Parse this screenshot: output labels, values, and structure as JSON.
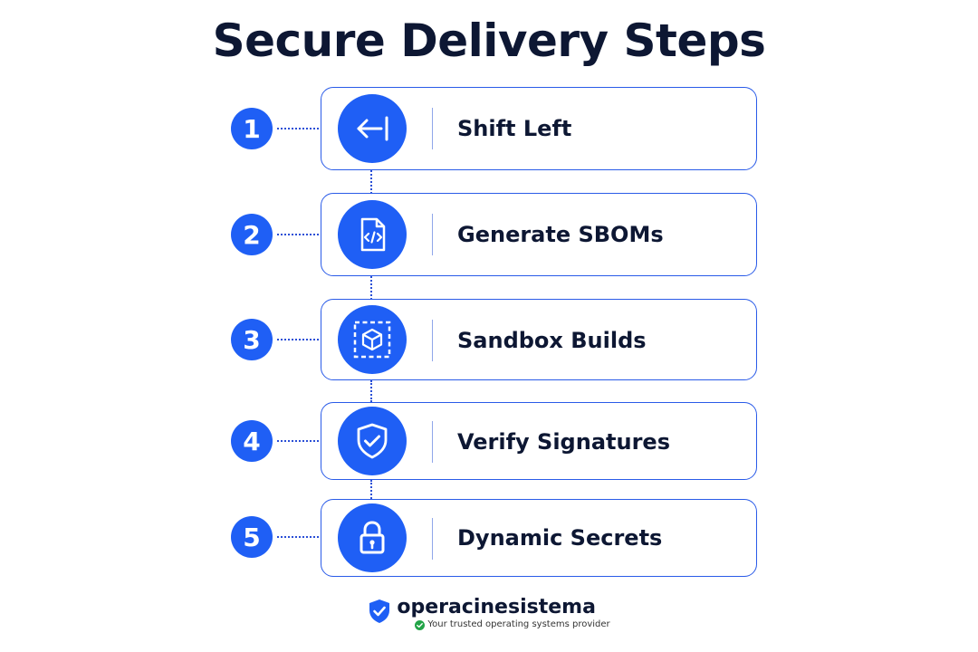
{
  "title": "Secure Delivery Steps",
  "colors": {
    "accent": "#1f5ff5",
    "text": "#0d1733",
    "border": "#2a5be8",
    "check": "#22a447"
  },
  "steps": [
    {
      "number": "1",
      "label": "Shift Left",
      "icon": "arrow-left-to-bar-icon"
    },
    {
      "number": "2",
      "label": "Generate SBOMs",
      "icon": "code-file-icon"
    },
    {
      "number": "3",
      "label": "Sandbox Builds",
      "icon": "sandbox-cube-icon"
    },
    {
      "number": "4",
      "label": "Verify Signatures",
      "icon": "shield-check-icon"
    },
    {
      "number": "5",
      "label": "Dynamic Secrets",
      "icon": "padlock-icon"
    }
  ],
  "brand": {
    "name": "operacinesistema",
    "tagline": "Your trusted operating systems provider",
    "logo_icon": "shield-check-logo-icon",
    "tag_icon": "check-circle-icon"
  }
}
